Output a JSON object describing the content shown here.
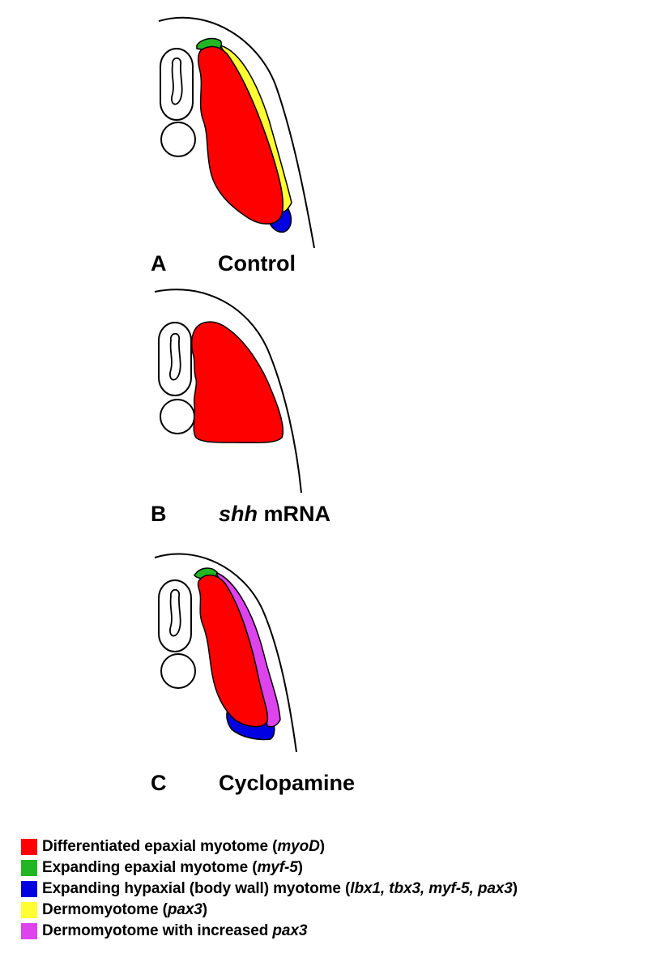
{
  "panels": [
    {
      "letter": "A",
      "title": "Control",
      "title_italic_prefix": ""
    },
    {
      "letter": "B",
      "title": " mRNA",
      "title_italic_prefix": "shh"
    },
    {
      "letter": "C",
      "title": "Cyclopamine",
      "title_italic_prefix": ""
    }
  ],
  "colors": {
    "red": "#ff0000",
    "green": "#22b722",
    "blue": "#0000e0",
    "yellow": "#ffff33",
    "magenta": "#dd44ee",
    "outline": "#000000"
  },
  "legend": [
    {
      "color": "#ff0000",
      "parts": [
        {
          "text": "Differentiated epaxial myotome (",
          "italic": false
        },
        {
          "text": "myoD",
          "italic": true
        },
        {
          "text": ")",
          "italic": false
        }
      ]
    },
    {
      "color": "#22b722",
      "parts": [
        {
          "text": "Expanding epaxial myotome (",
          "italic": false
        },
        {
          "text": "myf-5",
          "italic": true
        },
        {
          "text": ")",
          "italic": false
        }
      ]
    },
    {
      "color": "#0000e0",
      "parts": [
        {
          "text": "Expanding hypaxial (body wall) myotome (",
          "italic": false
        },
        {
          "text": "lbx1, tbx3, myf-5, pax3",
          "italic": true
        },
        {
          "text": ")",
          "italic": false
        }
      ]
    },
    {
      "color": "#ffff33",
      "parts": [
        {
          "text": "Dermomyotome (",
          "italic": false
        },
        {
          "text": "pax3",
          "italic": true
        },
        {
          "text": ")",
          "italic": false
        }
      ]
    },
    {
      "color": "#dd44ee",
      "parts": [
        {
          "text": "Dermomyotome with increased ",
          "italic": false
        },
        {
          "text": "pax3",
          "italic": true
        }
      ]
    }
  ]
}
